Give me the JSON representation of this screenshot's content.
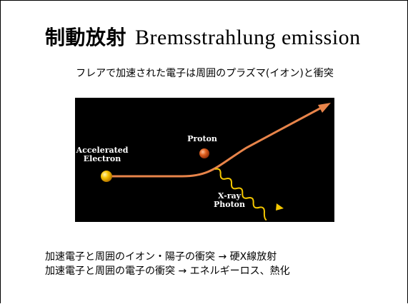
{
  "slide": {
    "title_jp": "制動放射",
    "title_en": "Bremsstrahlung emission",
    "subtitle": "フレアで加速された電子は周囲のプラズマ(イオン)と衝突",
    "figure": {
      "label_accelerated_line1": "Accelerated",
      "label_accelerated_line2": "Electron",
      "label_proton": "Proton",
      "label_xray_line1": "X-ray",
      "label_xray_line2": "Photon",
      "colors": {
        "background": "#000000",
        "electron": "#f5b400",
        "proton": "#d9541b",
        "trajectory": "#e8844a",
        "photon": "#f5c800"
      }
    },
    "notes": [
      "加速電子と周囲のイオン・陽子の衝突 → 硬X線放射",
      "加速電子と周囲の電子の衝突 → エネルギーロス、熱化"
    ]
  }
}
